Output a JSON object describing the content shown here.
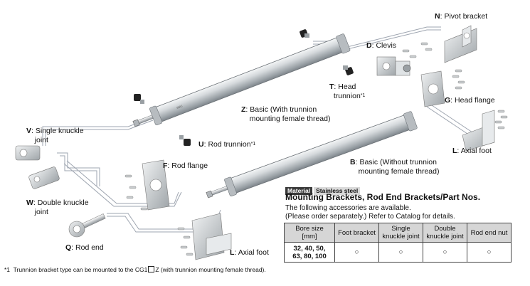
{
  "labels": {
    "pivot": {
      "code": "N",
      "text": "Pivot bracket"
    },
    "clevis": {
      "code": "D",
      "text": "Clevis"
    },
    "head_trunnion": {
      "code": "T",
      "text1": "Head",
      "text2": "trunnion",
      "sup": "*1"
    },
    "head_flange": {
      "code": "G",
      "text": "Head flange"
    },
    "basic_z": {
      "code": "Z",
      "text1": "Basic (With trunnion",
      "text2": "mounting female thread)"
    },
    "single_knuckle": {
      "code": "V",
      "text1": "Single knuckle",
      "text2": "joint"
    },
    "rod_trunnion": {
      "code": "U",
      "text": "Rod trunnion",
      "sup": "*1"
    },
    "axial_foot_right": {
      "code": "L",
      "text": "Axial foot"
    },
    "rod_flange": {
      "code": "F",
      "text": "Rod flange"
    },
    "basic_b": {
      "code": "B",
      "text1": "Basic (Without trunnion",
      "text2": "mounting female thread)"
    },
    "double_knuckle": {
      "code": "W",
      "text1": "Double knuckle",
      "text2": "joint"
    },
    "rod_end": {
      "code": "Q",
      "text": "Rod end"
    },
    "axial_foot_bottom": {
      "code": "L",
      "text": "Axial foot"
    }
  },
  "material": {
    "label": "Material",
    "value": "Stainless steel"
  },
  "section": {
    "title": "Mounting Brackets, Rod End Brackets/Part Nos.",
    "line1": "The following accessories are available.",
    "line2": "(Please order separately.) Refer to Catalog for details."
  },
  "table": {
    "headers": [
      "Bore size [mm]",
      "Foot bracket",
      "Single knuckle joint",
      "Double knuckle joint",
      "Rod end nut"
    ],
    "header_lines": [
      [
        "Bore size",
        "[mm]"
      ],
      [
        "Foot bracket"
      ],
      [
        "Single",
        "knuckle joint"
      ],
      [
        "Double",
        "knuckle joint"
      ],
      [
        "Rod end nut"
      ]
    ],
    "row": {
      "bore_lines": [
        "32, 40, 50,",
        "63, 80, 100"
      ],
      "marks": [
        "○",
        "○",
        "○",
        "○"
      ]
    }
  },
  "footnote": {
    "mark": "*1",
    "text_before": "Trunnion bracket type can be mounted to the CG1",
    "text_after": "Z (with trunnion mounting female thread)."
  },
  "icons": [
    "cylinder-z",
    "cylinder-b",
    "pivot-bracket",
    "clevis",
    "head-trunnion",
    "head-flange",
    "rod-trunnion",
    "single-knuckle",
    "double-knuckle",
    "rod-end",
    "rod-flange",
    "axial-foot"
  ]
}
